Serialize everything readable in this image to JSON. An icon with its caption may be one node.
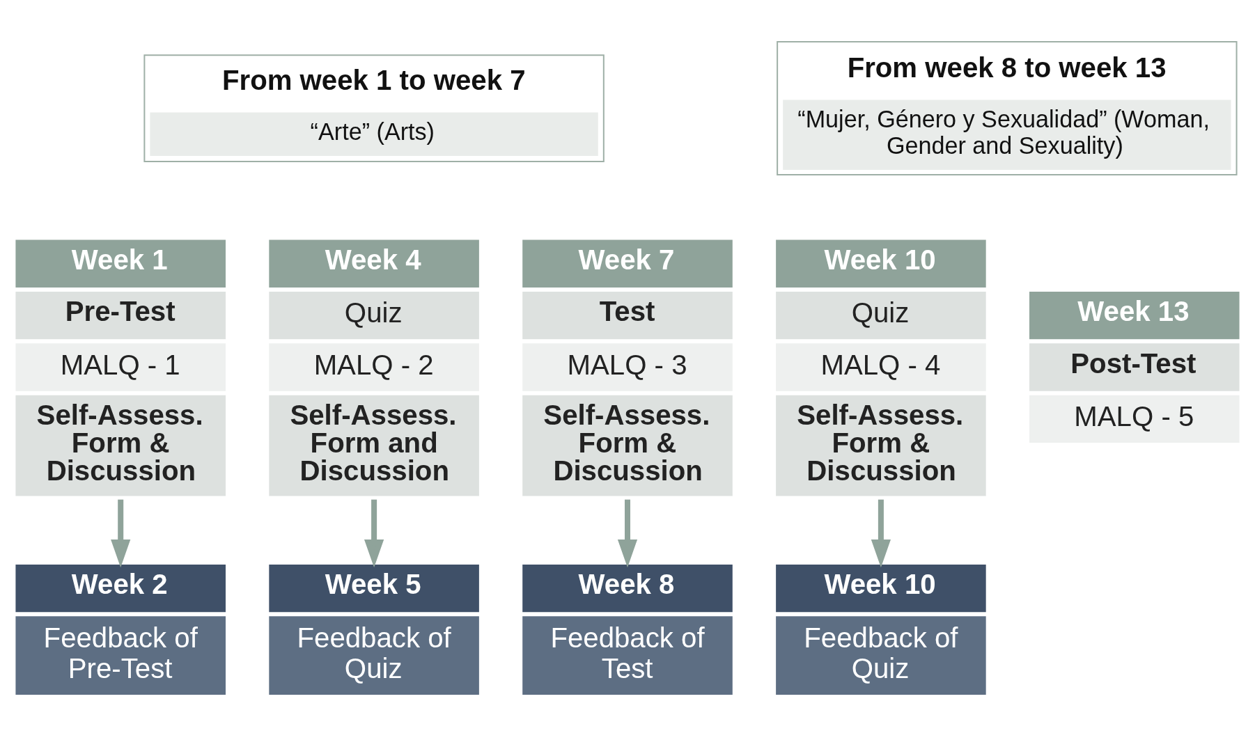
{
  "diagram": {
    "nodes": [
      {
        "text": [
          "From week 1 to week 7",
          "“Arte” (Arts)"
        ]
      },
      {
        "text": [
          "From week 8 to week 13",
          "“Mujer, Género y Sexualidad” (Woman, Gender and Sexuality)"
        ]
      },
      {
        "text": [
          "Week 1",
          "Pre-Test",
          "MALQ - 1",
          "Self-Assess. Form & Discussion"
        ]
      },
      {
        "text": [
          "Week 4",
          "Quiz",
          "MALQ - 2",
          "Self-Assess. Form and Discussion"
        ]
      },
      {
        "text": [
          "Week 7",
          "Test",
          "MALQ - 3",
          "Self-Assess. Form & Discussion"
        ]
      },
      {
        "text": [
          "Week 10",
          "Quiz",
          "MALQ - 4",
          "Self-Assess. Form & Discussion"
        ]
      },
      {
        "text": [
          "Week 13",
          "Post-Test",
          "MALQ - 5"
        ]
      },
      {
        "text": [
          "Week 2",
          "Feedback of Pre-Test"
        ]
      },
      {
        "text": [
          "Week 5",
          "Feedback of Quiz"
        ]
      },
      {
        "text": [
          "Week 8",
          "Feedback of Test"
        ]
      },
      {
        "text": [
          "Week 10",
          "Feedback of Quiz"
        ]
      }
    ],
    "edges": [
      {
        "from": 2,
        "to": 7,
        "arrow": "to"
      },
      {
        "from": 3,
        "to": 8,
        "arrow": "to"
      },
      {
        "from": 4,
        "to": 9,
        "arrow": "to"
      },
      {
        "from": 5,
        "to": 10,
        "arrow": "to"
      }
    ]
  }
}
